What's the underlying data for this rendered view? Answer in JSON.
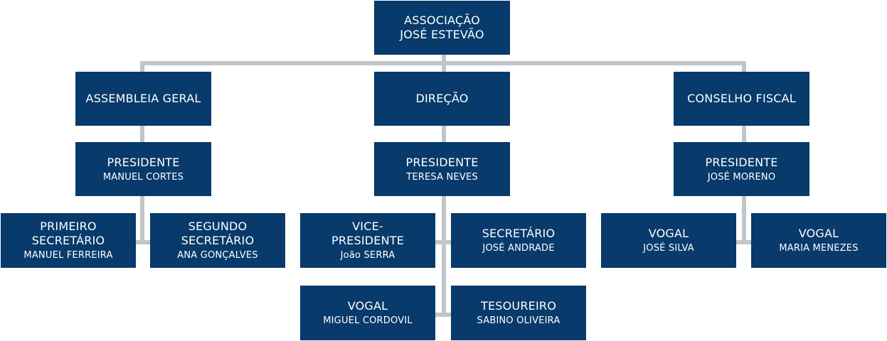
{
  "root": {
    "line1": "ASSOCIAÇÃO",
    "line2": "JOSÉ ESTEVÃO"
  },
  "assembleia": {
    "title": "ASSEMBLEIA GERAL",
    "presidente": {
      "title": "PRESIDENTE",
      "name": "MANUEL CORTES"
    },
    "primeiro_secretario": {
      "line1": "PRIMEIRO",
      "line2": "SECRETÁRIO",
      "name": "MANUEL FERREIRA"
    },
    "segundo_secretario": {
      "line1": "SEGUNDO",
      "line2": "SECRETÁRIO",
      "name": "ANA GONÇALVES"
    }
  },
  "direcao": {
    "title": "DIREÇÃO",
    "presidente": {
      "title": "PRESIDENTE",
      "name": "TERESA NEVES"
    },
    "vice_presidente": {
      "line1": "VICE-",
      "line2": "PRESIDENTE",
      "name": "João SERRA"
    },
    "secretario": {
      "title": "SECRETÁRIO",
      "name": "JOSÉ ANDRADE"
    },
    "vogal": {
      "title": "VOGAL",
      "name": "MIGUEL CORDOVIL"
    },
    "tesoureiro": {
      "title": "TESOUREIRO",
      "name": "SABINO OLIVEIRA"
    }
  },
  "conselho": {
    "title": "CONSELHO FISCAL",
    "presidente": {
      "title": "PRESIDENTE",
      "name": "JOSÉ MORENO"
    },
    "vogal1": {
      "title": "VOGAL",
      "name": "JOSÉ SILVA"
    },
    "vogal2": {
      "title": "VOGAL",
      "name": "MARIA MENEZES"
    }
  },
  "colors": {
    "box": "#083a6b",
    "connector": "#c2c5c9",
    "text": "#ffffff"
  }
}
